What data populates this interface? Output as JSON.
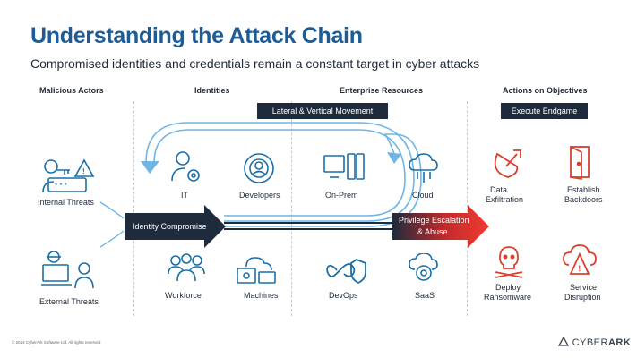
{
  "title": "Understanding the Attack Chain",
  "subtitle": "Compromised identities and credentials remain a constant target in cyber attacks",
  "columns": {
    "actors": "Malicious Actors",
    "identities": "Identities",
    "resources": "Enterprise Resources",
    "objectives": "Actions on Objectives"
  },
  "tags": {
    "lateral": "Lateral & Vertical Movement",
    "endgame": "Execute Endgame"
  },
  "actors": {
    "internal": "Internal Threats",
    "external": "External Threats"
  },
  "identities": {
    "it": "IT",
    "developers": "Developers",
    "workforce": "Workforce",
    "machines": "Machines"
  },
  "resources": {
    "onprem": "On-Prem",
    "cloud": "Cloud",
    "devops": "DevOps",
    "saas": "SaaS"
  },
  "arrows": {
    "identity_compromise": "Identity Compromise",
    "privilege_escalation_1": "Privilege Escalation",
    "privilege_escalation_2": "& Abuse"
  },
  "objectives": {
    "data_1": "Data",
    "data_2": "Exfiltration",
    "backdoors_1": "Establish",
    "backdoors_2": "Backdoors",
    "ransomware_1": "Deploy",
    "ransomware_2": "Ransomware",
    "disruption_1": "Service",
    "disruption_2": "Disruption"
  },
  "footer": "© 2024 CyberArk Software Ltd. All rights reserved",
  "logo": {
    "part1": "CYBER",
    "part2": "ARK"
  },
  "colors": {
    "title_blue": "#1d5c96",
    "icon_blue": "#1b6fa8",
    "icon_red": "#d9402f",
    "navy": "#1e2b3c",
    "light_blue": "#6fb6e6"
  }
}
